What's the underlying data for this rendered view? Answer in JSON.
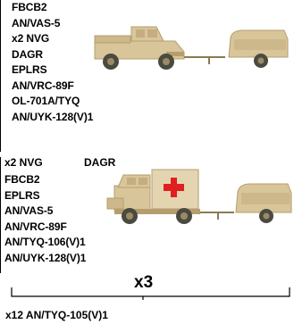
{
  "top_group": {
    "equipment": [
      "FBCB2",
      "AN/VAS-5",
      "x2 NVG",
      "DAGR",
      "EPLRS",
      "AN/VRC-89F",
      "OL-701A/TYQ",
      "AN/UYK-128(V)1"
    ]
  },
  "bottom_group": {
    "nvg": "x2 NVG",
    "dagr": "DAGR",
    "equipment": [
      "FBCB2",
      "EPLRS",
      "AN/VAS-5",
      "AN/VRC-89F",
      "AN/TYQ-106(V)1",
      "AN/UYK-128(V)1"
    ]
  },
  "multiplier": "x3",
  "footer": "x12 AN/TYQ-105(V)1",
  "colors": {
    "vehicle_tan": "#d9c59a",
    "vehicle_shadow": "#b59e6e",
    "tire": "#4a4a40",
    "red_cross": "#e02020",
    "line": "#000000"
  },
  "icons": [
    "humvee-icon",
    "trailer-icon",
    "ambulance-humvee-icon",
    "red-cross-icon"
  ]
}
